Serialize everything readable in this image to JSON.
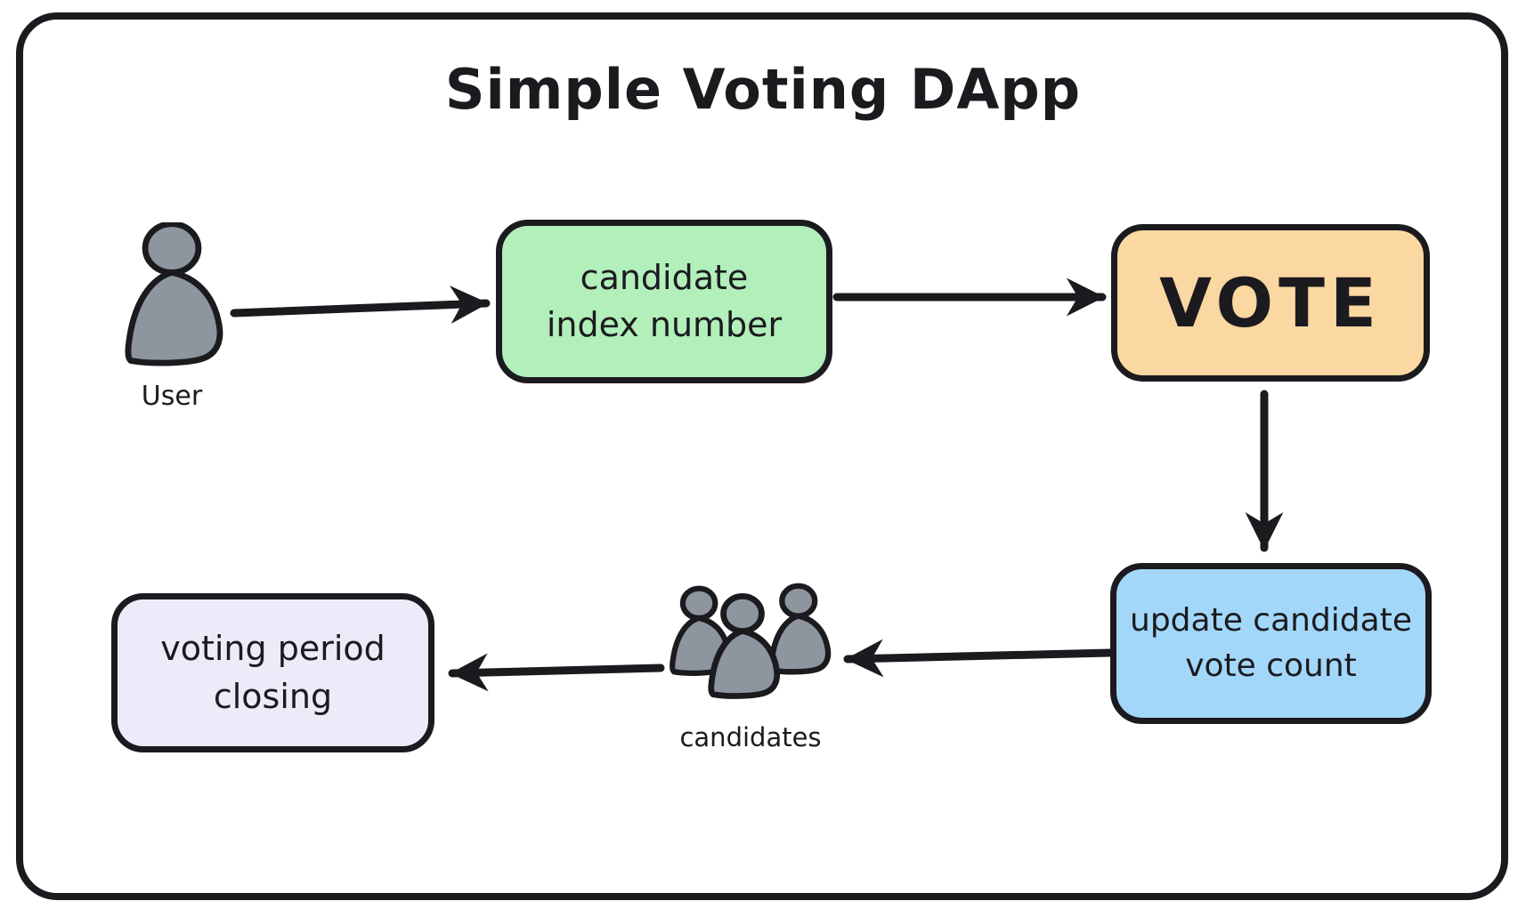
{
  "diagram": {
    "title": "Simple Voting DApp",
    "colors": {
      "stroke": "#1b1b1f",
      "canvas": "#ffffff",
      "person_fill": "#8d959e",
      "node_green": "#b2efba",
      "node_orange": "#fbd7a1",
      "node_blue": "#a3d7f9",
      "node_lavender": "#ecebf9"
    },
    "nodes": {
      "user": {
        "label": "User",
        "icon": "person-icon"
      },
      "candidate_index": {
        "label": "candidate\nindex number"
      },
      "vote": {
        "label": "VOTE"
      },
      "update_count": {
        "label": "update candidate\nvote count"
      },
      "candidates": {
        "label": "candidates",
        "icon": "people-group-icon"
      },
      "voting_period": {
        "label": "voting period\nclosing"
      }
    },
    "edges": [
      {
        "from": "user",
        "to": "candidate_index"
      },
      {
        "from": "candidate_index",
        "to": "vote"
      },
      {
        "from": "vote",
        "to": "update_count"
      },
      {
        "from": "update_count",
        "to": "candidates"
      },
      {
        "from": "candidates",
        "to": "voting_period"
      }
    ]
  }
}
